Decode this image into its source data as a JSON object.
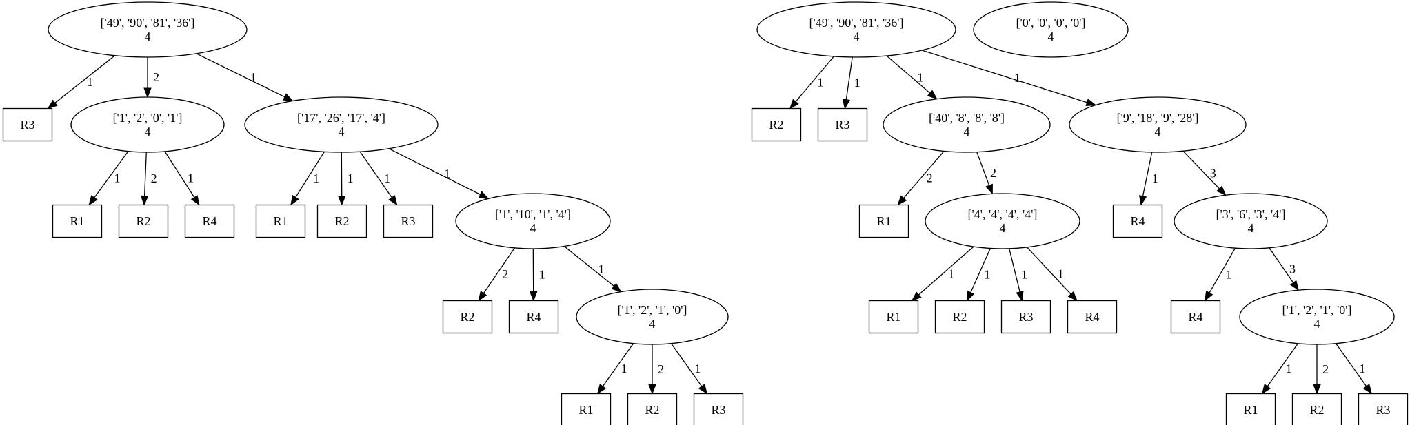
{
  "graph": {
    "nodes": [
      {
        "id": "a0",
        "kind": "split",
        "lines": [
          "['49', '90', '81', '36']",
          "4"
        ]
      },
      {
        "id": "a1",
        "kind": "leaf",
        "lines": [
          "R3"
        ]
      },
      {
        "id": "a2",
        "kind": "split",
        "lines": [
          "['1', '2', '0', '1']",
          "4"
        ]
      },
      {
        "id": "a3",
        "kind": "split",
        "lines": [
          "['17', '26', '17', '4']",
          "4"
        ]
      },
      {
        "id": "a4",
        "kind": "leaf",
        "lines": [
          "R1"
        ]
      },
      {
        "id": "a5",
        "kind": "leaf",
        "lines": [
          "R2"
        ]
      },
      {
        "id": "a6",
        "kind": "leaf",
        "lines": [
          "R4"
        ]
      },
      {
        "id": "a7",
        "kind": "leaf",
        "lines": [
          "R1"
        ]
      },
      {
        "id": "a8",
        "kind": "leaf",
        "lines": [
          "R2"
        ]
      },
      {
        "id": "a9",
        "kind": "leaf",
        "lines": [
          "R3"
        ]
      },
      {
        "id": "a10",
        "kind": "split",
        "lines": [
          "['1', '10', '1', '4']",
          "4"
        ]
      },
      {
        "id": "a11",
        "kind": "leaf",
        "lines": [
          "R2"
        ]
      },
      {
        "id": "a12",
        "kind": "leaf",
        "lines": [
          "R4"
        ]
      },
      {
        "id": "a13",
        "kind": "split",
        "lines": [
          "['1', '2', '1', '0']",
          "4"
        ]
      },
      {
        "id": "a14",
        "kind": "leaf",
        "lines": [
          "R1"
        ]
      },
      {
        "id": "a15",
        "kind": "leaf",
        "lines": [
          "R2"
        ]
      },
      {
        "id": "a16",
        "kind": "leaf",
        "lines": [
          "R3"
        ]
      },
      {
        "id": "b0",
        "kind": "split",
        "lines": [
          "['49', '90', '81', '36']",
          "4"
        ]
      },
      {
        "id": "c0",
        "kind": "split",
        "lines": [
          "['0', '0', '0', '0']",
          "4"
        ]
      },
      {
        "id": "b1",
        "kind": "leaf",
        "lines": [
          "R2"
        ]
      },
      {
        "id": "b2",
        "kind": "leaf",
        "lines": [
          "R3"
        ]
      },
      {
        "id": "b3",
        "kind": "split",
        "lines": [
          "['40', '8', '8', '8']",
          "4"
        ]
      },
      {
        "id": "b4",
        "kind": "split",
        "lines": [
          "['9', '18', '9', '28']",
          "4"
        ]
      },
      {
        "id": "b5",
        "kind": "leaf",
        "lines": [
          "R1"
        ]
      },
      {
        "id": "b6",
        "kind": "split",
        "lines": [
          "['4', '4', '4', '4']",
          "4"
        ]
      },
      {
        "id": "b7",
        "kind": "leaf",
        "lines": [
          "R4"
        ]
      },
      {
        "id": "b8",
        "kind": "split",
        "lines": [
          "['3', '6', '3', '4']",
          "4"
        ]
      },
      {
        "id": "b9",
        "kind": "leaf",
        "lines": [
          "R1"
        ]
      },
      {
        "id": "b10",
        "kind": "leaf",
        "lines": [
          "R2"
        ]
      },
      {
        "id": "b11",
        "kind": "leaf",
        "lines": [
          "R3"
        ]
      },
      {
        "id": "b12",
        "kind": "leaf",
        "lines": [
          "R4"
        ]
      },
      {
        "id": "b13",
        "kind": "leaf",
        "lines": [
          "R4"
        ]
      },
      {
        "id": "b14",
        "kind": "split",
        "lines": [
          "['1', '2', '1', '0']",
          "4"
        ]
      },
      {
        "id": "b15",
        "kind": "leaf",
        "lines": [
          "R1"
        ]
      },
      {
        "id": "b16",
        "kind": "leaf",
        "lines": [
          "R2"
        ]
      },
      {
        "id": "b17",
        "kind": "leaf",
        "lines": [
          "R3"
        ]
      }
    ],
    "edges": [
      {
        "from": "a0",
        "to": "a1",
        "label": "1"
      },
      {
        "from": "a0",
        "to": "a2",
        "label": "2"
      },
      {
        "from": "a0",
        "to": "a3",
        "label": "1"
      },
      {
        "from": "a2",
        "to": "a4",
        "label": "1"
      },
      {
        "from": "a2",
        "to": "a5",
        "label": "2"
      },
      {
        "from": "a2",
        "to": "a6",
        "label": "1"
      },
      {
        "from": "a3",
        "to": "a7",
        "label": "1"
      },
      {
        "from": "a3",
        "to": "a8",
        "label": "1"
      },
      {
        "from": "a3",
        "to": "a9",
        "label": "1"
      },
      {
        "from": "a3",
        "to": "a10",
        "label": "1"
      },
      {
        "from": "a10",
        "to": "a11",
        "label": "2"
      },
      {
        "from": "a10",
        "to": "a12",
        "label": "1"
      },
      {
        "from": "a10",
        "to": "a13",
        "label": "1"
      },
      {
        "from": "a13",
        "to": "a14",
        "label": "1"
      },
      {
        "from": "a13",
        "to": "a15",
        "label": "2"
      },
      {
        "from": "a13",
        "to": "a16",
        "label": "1"
      },
      {
        "from": "b0",
        "to": "b1",
        "label": "1"
      },
      {
        "from": "b0",
        "to": "b2",
        "label": "1"
      },
      {
        "from": "b0",
        "to": "b3",
        "label": "1"
      },
      {
        "from": "b0",
        "to": "b4",
        "label": "1"
      },
      {
        "from": "b3",
        "to": "b5",
        "label": "2"
      },
      {
        "from": "b3",
        "to": "b6",
        "label": "2"
      },
      {
        "from": "b4",
        "to": "b7",
        "label": "1"
      },
      {
        "from": "b4",
        "to": "b8",
        "label": "3"
      },
      {
        "from": "b6",
        "to": "b9",
        "label": "1"
      },
      {
        "from": "b6",
        "to": "b10",
        "label": "1"
      },
      {
        "from": "b6",
        "to": "b11",
        "label": "1"
      },
      {
        "from": "b6",
        "to": "b12",
        "label": "1"
      },
      {
        "from": "b8",
        "to": "b13",
        "label": "1"
      },
      {
        "from": "b8",
        "to": "b14",
        "label": "3"
      },
      {
        "from": "b14",
        "to": "b15",
        "label": "1"
      },
      {
        "from": "b14",
        "to": "b16",
        "label": "2"
      },
      {
        "from": "b14",
        "to": "b17",
        "label": "1"
      }
    ]
  }
}
